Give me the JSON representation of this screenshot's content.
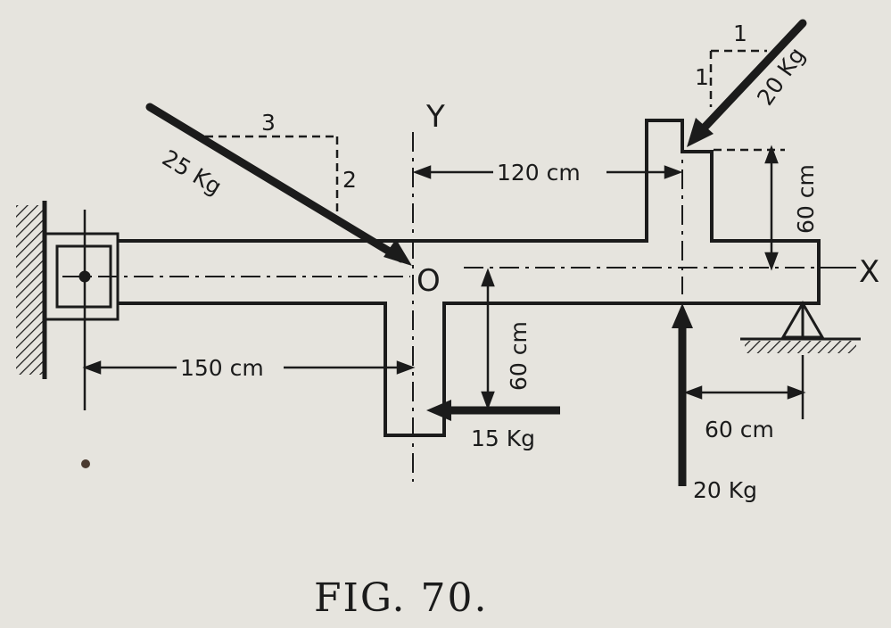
{
  "figure": {
    "caption": "FIG. 70.",
    "point_label": "O",
    "axis_y_label": "Y",
    "axis_x_label": "X"
  },
  "forces": {
    "top_left": {
      "label": "25 Kg",
      "slope_run": "3",
      "slope_rise": "2"
    },
    "top_right": {
      "label": "20 Kg",
      "slope_run": "1",
      "slope_rise": "1"
    },
    "bottom_horizontal": {
      "label": "15 Kg"
    },
    "bottom_vertical": {
      "label": "20 Kg"
    }
  },
  "dimensions": {
    "left_span": "150 cm",
    "top_span": "120 cm",
    "right_height": "60 cm",
    "lower_height": "60 cm",
    "support_span": "60 cm"
  },
  "colors": {
    "ink": "#1b1b1b",
    "paper": "#e6e4de"
  }
}
